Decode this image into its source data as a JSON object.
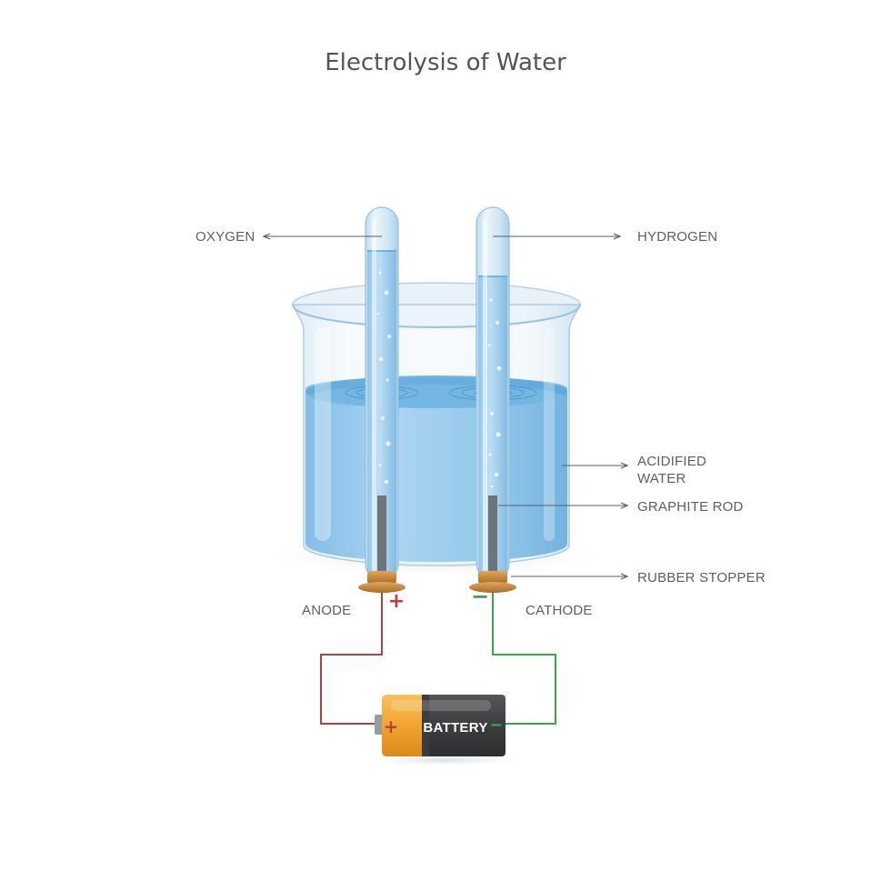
{
  "title": "Electrolysis of Water",
  "labels": {
    "oxygen": "OXYGEN",
    "hydrogen": "HYDROGEN",
    "acidified_water_line1": "ACIDIFIED",
    "acidified_water_line2": "WATER",
    "graphite_rod": "GRAPHITE ROD",
    "rubber_stopper": "RUBBER STOPPER",
    "anode": "ANODE",
    "cathode": "CATHODE",
    "battery": "BATTERY"
  },
  "symbols": {
    "anode_plus": "+",
    "cathode_minus": "−",
    "battery_plus": "+",
    "battery_minus": "−"
  },
  "colors": {
    "positive_wire": "#b5413f",
    "negative_wire": "#3aa84a",
    "water": "#8ec4e8",
    "water_surface": "#6fb2e2",
    "battery_orange": "#f2a431",
    "battery_dark": "#3b3d3f",
    "stopper": "#c8893a",
    "label_text": "#5a5f63"
  }
}
